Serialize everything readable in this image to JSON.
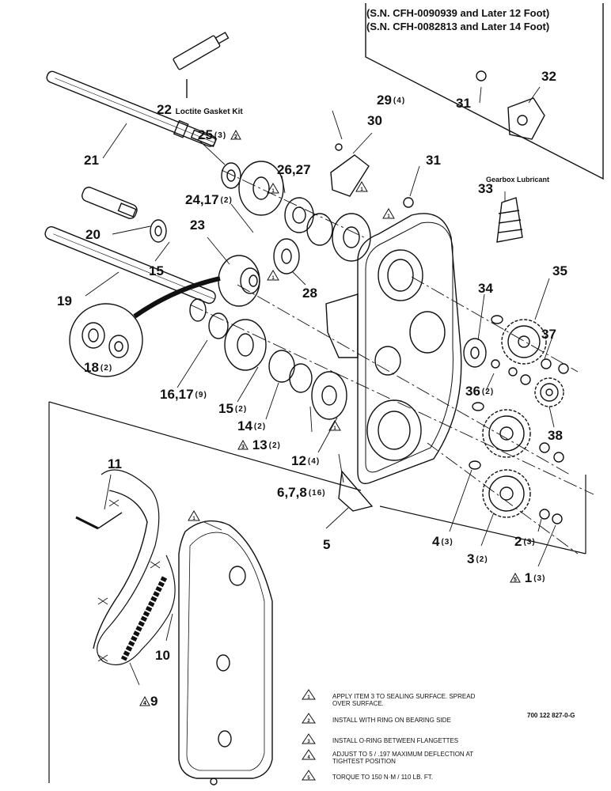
{
  "header": {
    "line1": "(S.N. CFH-0090939 and Later 12 Foot)",
    "line2": "(S.N. CFH-0082813 and Later 14 Foot)"
  },
  "parts": [
    {
      "id": "p1",
      "num": "1",
      "qty": "(3)",
      "note": "5"
    },
    {
      "id": "p2",
      "num": "2",
      "qty": "(3)"
    },
    {
      "id": "p3",
      "num": "3",
      "qty": "(2)"
    },
    {
      "id": "p4",
      "num": "4",
      "qty": "(3)"
    },
    {
      "id": "p5",
      "num": "5",
      "qty": ""
    },
    {
      "id": "p678",
      "num": "6,7,8",
      "qty": "(16)"
    },
    {
      "id": "p9",
      "num": "9",
      "qty": "",
      "note": "4"
    },
    {
      "id": "p10",
      "num": "10",
      "qty": ""
    },
    {
      "id": "p11",
      "num": "11",
      "qty": ""
    },
    {
      "id": "p12",
      "num": "12",
      "qty": "(4)"
    },
    {
      "id": "p13",
      "num": "13",
      "qty": "(2)",
      "note": "3"
    },
    {
      "id": "p14",
      "num": "14",
      "qty": "(2)"
    },
    {
      "id": "p15a",
      "num": "15",
      "qty": "(2)"
    },
    {
      "id": "p15b",
      "num": "15",
      "qty": ""
    },
    {
      "id": "p1617",
      "num": "16,17",
      "qty": "(9)"
    },
    {
      "id": "p18",
      "num": "18",
      "qty": "(2)"
    },
    {
      "id": "p19",
      "num": "19",
      "qty": ""
    },
    {
      "id": "p20",
      "num": "20",
      "qty": ""
    },
    {
      "id": "p21",
      "num": "21",
      "qty": ""
    },
    {
      "id": "p22",
      "num": "22",
      "qty": "",
      "desc": "Loctite Gasket Kit"
    },
    {
      "id": "p23",
      "num": "23",
      "qty": ""
    },
    {
      "id": "p2417",
      "num": "24,17",
      "qty": "(2)"
    },
    {
      "id": "p25",
      "num": "25",
      "qty": "(3)",
      "note": "2"
    },
    {
      "id": "p2627",
      "num": "26,27",
      "qty": ""
    },
    {
      "id": "p28",
      "num": "28",
      "qty": ""
    },
    {
      "id": "p29",
      "num": "29",
      "qty": "(4)"
    },
    {
      "id": "p30",
      "num": "30",
      "qty": ""
    },
    {
      "id": "p31a",
      "num": "31",
      "qty": ""
    },
    {
      "id": "p31b",
      "num": "31",
      "qty": ""
    },
    {
      "id": "p32",
      "num": "32",
      "qty": ""
    },
    {
      "id": "p33",
      "num": "33",
      "qty": "",
      "desc": "Gearbox Lubricant"
    },
    {
      "id": "p34",
      "num": "34",
      "qty": ""
    },
    {
      "id": "p35",
      "num": "35",
      "qty": ""
    },
    {
      "id": "p36",
      "num": "36",
      "qty": "(2)"
    },
    {
      "id": "p37",
      "num": "37",
      "qty": ""
    },
    {
      "id": "p38",
      "num": "38",
      "qty": ""
    }
  ],
  "notes": [
    {
      "num": "1",
      "text": "APPLY ITEM 3 TO SEALING SURFACE. SPREAD OVER SURFACE."
    },
    {
      "num": "2",
      "text": "INSTALL WITH RING ON BEARING SIDE"
    },
    {
      "num": "3",
      "text": "INSTALL O-RING BETWEEN FLANGETTES"
    },
    {
      "num": "4",
      "text": "ADJUST TO 5 / .197 MAXIMUM DEFLECTION AT TIGHTEST POSITION"
    },
    {
      "num": "5",
      "text": "TORQUE TO 150 N·m / 110 LB. FT."
    }
  ],
  "drawing_ref": "700 122 827-0-G"
}
